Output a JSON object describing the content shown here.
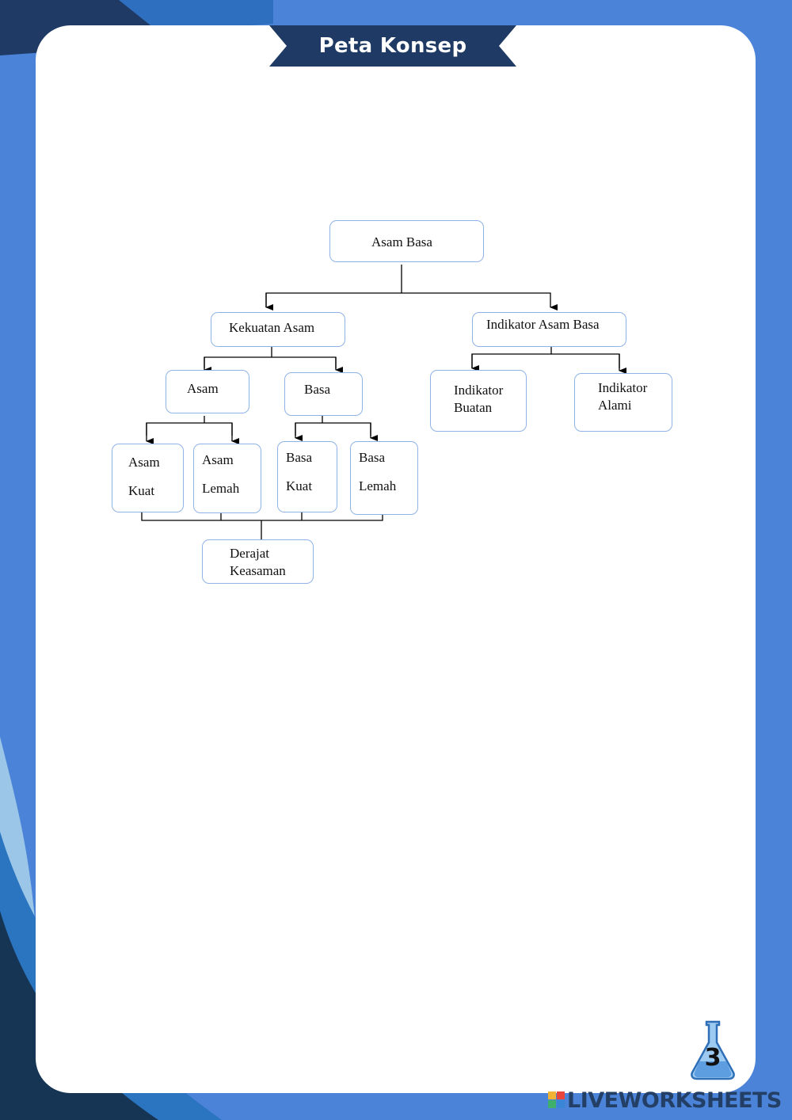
{
  "header": {
    "title": "Peta Konsep"
  },
  "concept_map": {
    "root": "Asam Basa",
    "kekuatan_asam": "Kekuatan Asam",
    "indikator_asam_basa": "Indikator Asam Basa",
    "asam": "Asam",
    "basa": "Basa",
    "indikator_buatan": "Indikator\nBuatan",
    "indikator_alami": "Indikator\nAlami",
    "asam_kuat": "Asam\nKuat",
    "asam_lemah": "Asam\nLemah",
    "basa_kuat": "Basa\nKuat",
    "basa_lemah": "Basa\nLemah",
    "derajat_keasaman": "Derajat\nKeasaman"
  },
  "page_number": "3",
  "brand": {
    "name": "LIVEWORKSHEETS"
  },
  "colors": {
    "background_blue": "#4a83d8",
    "navy": "#1f3a64",
    "node_border": "#8fb3e6"
  }
}
